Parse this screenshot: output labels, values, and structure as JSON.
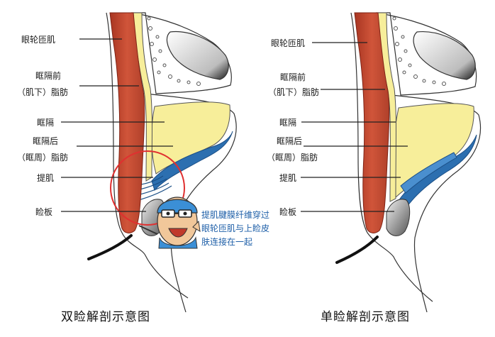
{
  "left_diagram": {
    "caption": "双睑解剖示意图",
    "labels": {
      "orbicularis": "眼轮匝肌",
      "preseptal_fat_1": "眶隔前",
      "preseptal_fat_2": "（肌下）脂肪",
      "septum": "眶隔",
      "postseptal_fat_1": "眶隔后",
      "postseptal_fat_2": "（眶周）脂肪",
      "levator": "提肌",
      "tarsus": "睑板"
    },
    "annotation": [
      "提肌腱膜纤维穿过",
      "眼轮匝肌与上睑皮",
      "肤连接在一起"
    ]
  },
  "right_diagram": {
    "caption": "单睑解剖示意图",
    "labels": {
      "orbicularis": "眼轮匝肌",
      "preseptal_fat_1": "眶隔前",
      "preseptal_fat_2": "（肌下）脂肪",
      "septum": "眶隔",
      "postseptal_fat_1": "眶隔后",
      "postseptal_fat_2": "（眶周）脂肪",
      "levator": "提肌",
      "tarsus": "睑板"
    }
  },
  "colors": {
    "muscle": "#c8452e",
    "muscle_dark": "#a23221",
    "fat_yellow": "#f7ee9a",
    "septum_blue": "#2c6fb0",
    "levator_blue": "#4a8fcf",
    "annotation_blue": "#1e5fa8",
    "highlight_red": "#e03030"
  }
}
